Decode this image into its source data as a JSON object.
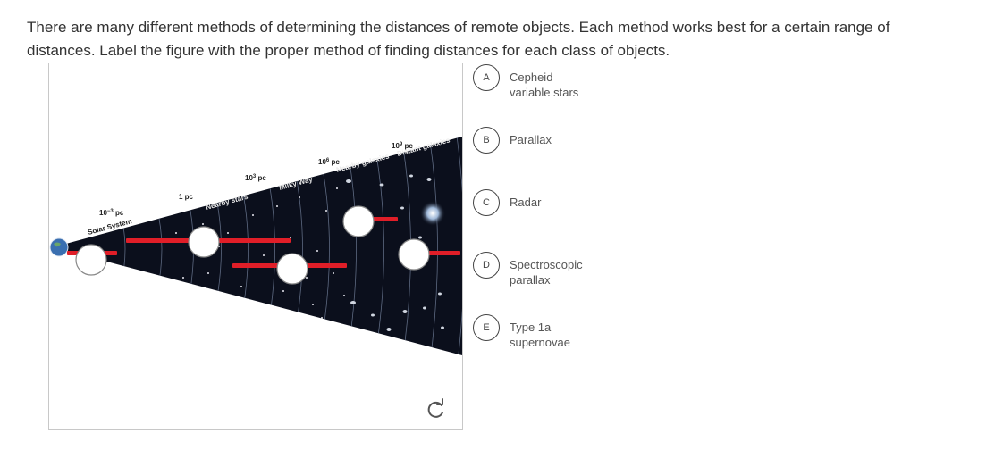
{
  "question": {
    "text": "There are many different methods of determining the distances of remote objects. Each method works best for a certain range of distances. Label the figure with the proper method of finding distances for each class of objects."
  },
  "figure": {
    "ticks": {
      "t1": "10",
      "t1_exp": "−3",
      "t2": "1 pc",
      "t3": "10",
      "t3_exp": "3",
      "t4": "10",
      "t4_exp": "6",
      "t5": "10",
      "t5_exp": "9",
      "unit": "pc"
    },
    "regions": {
      "solar_system": "Solar System",
      "nearby_stars": "Nearby stars",
      "milky_way": "Milky Way",
      "nearby_galaxies": "Nearby galaxies",
      "distant_galaxies": "Distant galaxies"
    },
    "colors": {
      "cone": "#0b0f1c",
      "bar": "#e01e28",
      "drop_target": "#ffffff"
    },
    "reset_icon": "refresh-icon"
  },
  "options": [
    {
      "letter": "A",
      "label": "Cepheid\nvariable stars"
    },
    {
      "letter": "B",
      "label": "Parallax"
    },
    {
      "letter": "C",
      "label": "Radar"
    },
    {
      "letter": "D",
      "label": "Spectroscopic\nparallax"
    },
    {
      "letter": "E",
      "label": "Type 1a\nsupernovae"
    }
  ]
}
